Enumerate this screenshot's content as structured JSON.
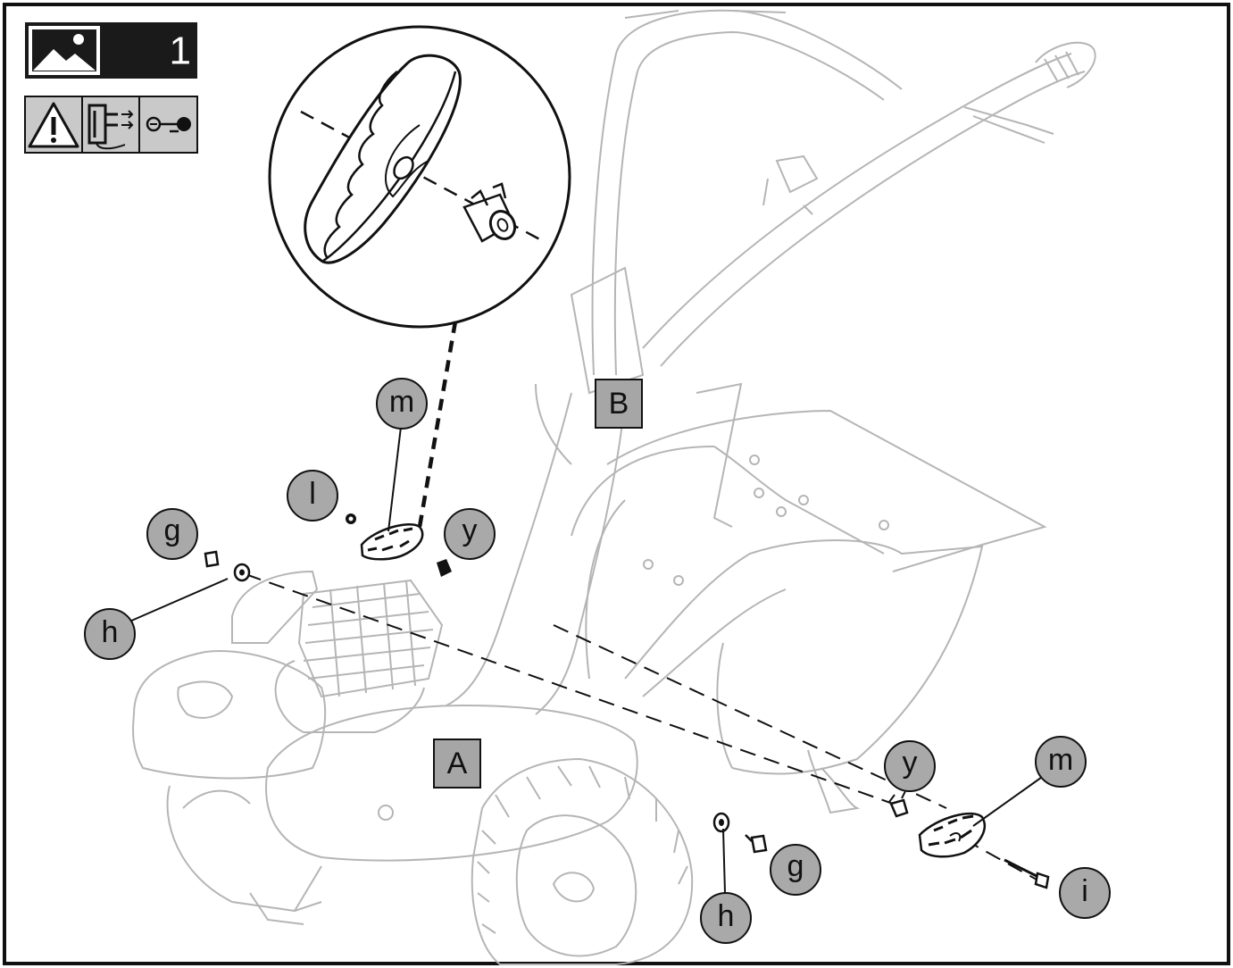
{
  "header": {
    "figure_number": "1",
    "icons": [
      "image-icon",
      "warning-icon",
      "unplug-icon",
      "key-icon"
    ]
  },
  "labels": {
    "box_a": "A",
    "box_b": "B"
  },
  "callouts": {
    "m_top": "m",
    "l_top": "l",
    "y_top": "y",
    "g_top": "g",
    "h_top": "h",
    "y_bottom": "y",
    "m_bottom": "m",
    "g_bottom": "g",
    "h_bottom": "h",
    "i_bottom": "i"
  },
  "colors": {
    "callout_fill": "#a9a9a9",
    "box_fill": "#a6a6a6",
    "line": "#111111",
    "faint": "#b5b5b5",
    "header_bg": "#1a1a1a"
  }
}
